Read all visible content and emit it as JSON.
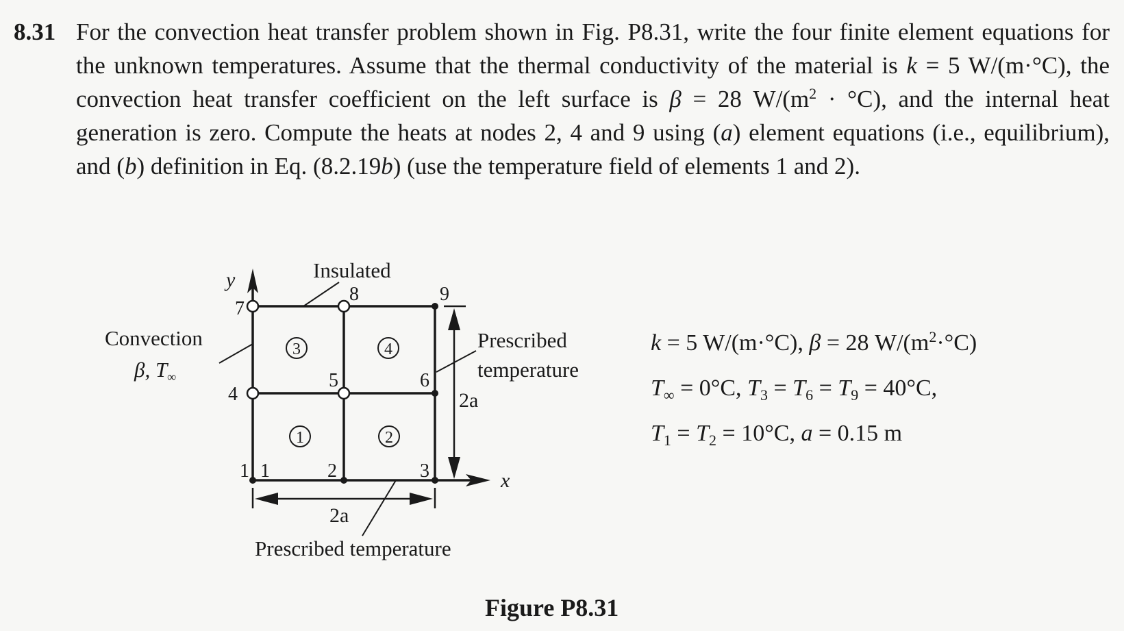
{
  "problem": {
    "number": "8.31",
    "s1": "For the convection heat transfer problem shown in Fig. P8.31, write the four finite element equations for the unknown temperatures. Assume that the thermal conductivity of the material is ",
    "k_sym": "k",
    "k_val": " = 5 W/(m·°C), the convection heat transfer coefficient on the left surface is ",
    "beta_sym": "β",
    "beta_val": " = 28 W/(m",
    "beta_exp": "2",
    "beta_tail": " · °C), and the internal heat generation is zero. Compute the heats at nodes 2, 4 and 9 using (",
    "a_sym": "a",
    "s2": ") element equations (i.e., equilibrium), and (",
    "b_sym": "b",
    "s3": ") definition in Eq. (8.2.19",
    "b2_sym": "b",
    "s4": ") (use the temperature field of elements 1 and 2)."
  },
  "figure": {
    "axis_x": "x",
    "axis_y": "y",
    "insulated": "Insulated",
    "convection": "Convection",
    "convection_params": "β, T",
    "convection_sub": "∞",
    "prescribed_right_1": "Prescribed",
    "prescribed_right_2": "temperature",
    "prescribed_bottom": "Prescribed temperature",
    "dim_height": "2a",
    "dim_width": "2a",
    "nodes": [
      "1",
      "2",
      "3",
      "4",
      "5",
      "6",
      "7",
      "8",
      "9"
    ],
    "elements": [
      "1",
      "2",
      "3",
      "4"
    ]
  },
  "params": {
    "line1": {
      "k": "k",
      "k_rest": " = 5 W/(m·°C), ",
      "b": "β",
      "b_rest": " = 28 W/(m",
      "b_exp": "2",
      "b_tail": "·°C)"
    },
    "line2": {
      "t": "T",
      "t_sub": "∞",
      "t_rest": " = 0°C, ",
      "t3": "T",
      "t3_sub": "3",
      "eq1": " = ",
      "t6": "T",
      "t6_sub": "6",
      "eq2": " = ",
      "t9": "T",
      "t9_sub": "9",
      "t_tail": " = 40°C,"
    },
    "line3": {
      "t1": "T",
      "t1_sub": "1",
      "eq1": " = ",
      "t2": "T",
      "t2_sub": "2",
      "val": " = 10°C, ",
      "a": "a",
      "a_rest": " = 0.15 m"
    }
  },
  "caption": "Figure P8.31"
}
